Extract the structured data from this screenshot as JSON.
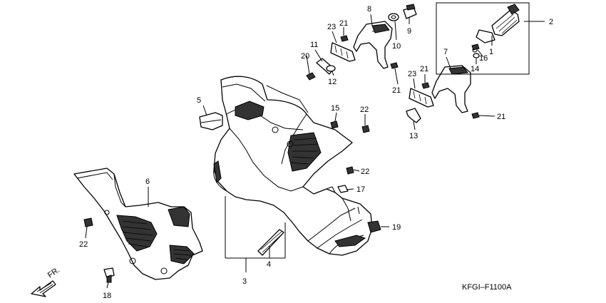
{
  "diagram": {
    "code": "KFGI–F1100A",
    "direction_label": "FR.",
    "callouts": [
      {
        "id": "c1",
        "text": "1"
      },
      {
        "id": "c2",
        "text": "2"
      },
      {
        "id": "c3",
        "text": "3"
      },
      {
        "id": "c4",
        "text": "4"
      },
      {
        "id": "c5",
        "text": "5"
      },
      {
        "id": "c6",
        "text": "6"
      },
      {
        "id": "c7",
        "text": "7"
      },
      {
        "id": "c8",
        "text": "8"
      },
      {
        "id": "c9",
        "text": "9"
      },
      {
        "id": "c10",
        "text": "10"
      },
      {
        "id": "c11",
        "text": "11"
      },
      {
        "id": "c12",
        "text": "12"
      },
      {
        "id": "c13",
        "text": "13"
      },
      {
        "id": "c14",
        "text": "14"
      },
      {
        "id": "c15",
        "text": "15"
      },
      {
        "id": "c16",
        "text": "16"
      },
      {
        "id": "c17",
        "text": "17"
      },
      {
        "id": "c18",
        "text": "18"
      },
      {
        "id": "c19",
        "text": "19"
      },
      {
        "id": "c20",
        "text": "20"
      },
      {
        "id": "c21a",
        "text": "21"
      },
      {
        "id": "c21b",
        "text": "21"
      },
      {
        "id": "c21c",
        "text": "21"
      },
      {
        "id": "c21d",
        "text": "21"
      },
      {
        "id": "c22a",
        "text": "22"
      },
      {
        "id": "c22b",
        "text": "22"
      },
      {
        "id": "c22c",
        "text": "22"
      },
      {
        "id": "c23a",
        "text": "23"
      },
      {
        "id": "c23b",
        "text": "23"
      }
    ]
  }
}
